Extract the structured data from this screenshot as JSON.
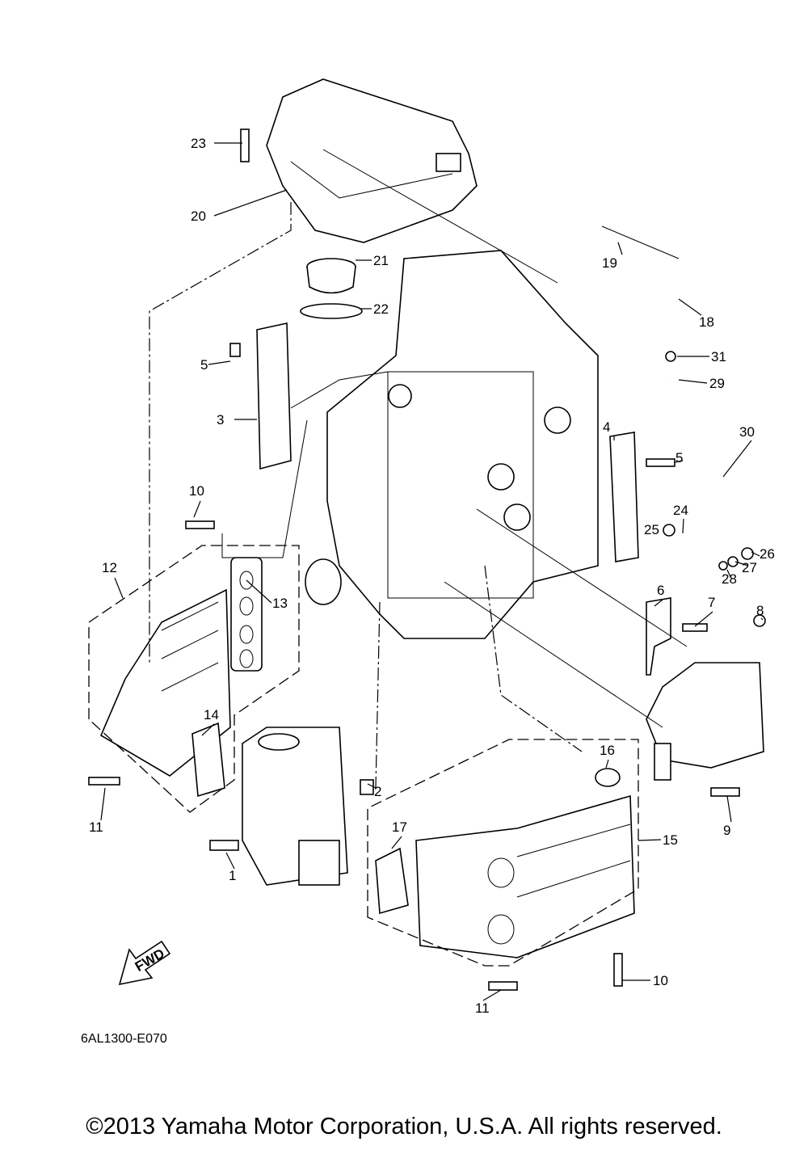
{
  "diagram": {
    "callouts": [
      "23",
      "20",
      "21",
      "22",
      "19",
      "18",
      "31",
      "29",
      "30",
      "5",
      "3",
      "4",
      "5",
      "24",
      "25",
      "26",
      "27",
      "28",
      "10",
      "12",
      "13",
      "6",
      "7",
      "8",
      "14",
      "16",
      "2",
      "11",
      "17",
      "15",
      "9",
      "1",
      "10",
      "11"
    ],
    "drawing_code": "6AL1300-E070",
    "fwd_arrow_label": "FWD"
  },
  "footer": {
    "copyright": "©2013 Yamaha Motor Corporation, U.S.A. All rights reserved."
  }
}
